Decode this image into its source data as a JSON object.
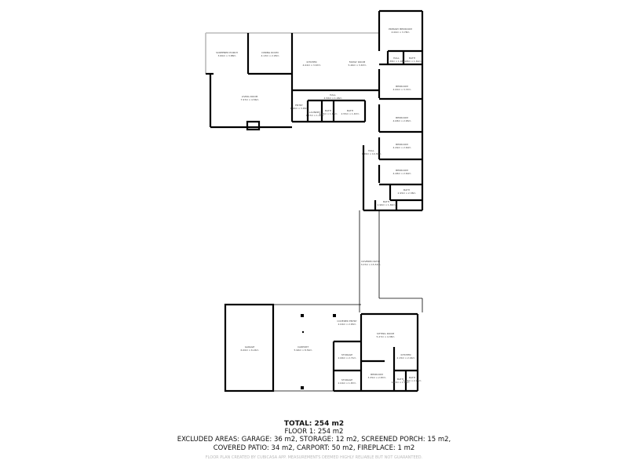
{
  "rooms": {
    "screened_porch": {
      "name": "SCREENED PORCH",
      "dims": "3.60m x 3.88m"
    },
    "dining_room": {
      "name": "DINING ROOM",
      "dims": "4.13m x 2.95m"
    },
    "kitchen": {
      "name": "KITCHEN",
      "dims": "4.02m x 3.67m"
    },
    "family_room": {
      "name": "FAMILY ROOM",
      "dims": "5.46m x 3.67m"
    },
    "primary_bedroom": {
      "name": "PRIMARY BEDROOM",
      "dims": "4.00m x 3.78m"
    },
    "hall_1": {
      "name": "HALL",
      "dims": "1.38m x 1.46m"
    },
    "bath_1": {
      "name": "BATH",
      "dims": "1.68m x 1.61m"
    },
    "bedroom_1": {
      "name": "BEDROOM",
      "dims": "4.00m x 3.37m"
    },
    "living_room": {
      "name": "LIVING ROOM",
      "dims": "7.97m x 4.56m"
    },
    "hall_2": {
      "name": "HALL",
      "dims": "4.56m x 1.96m"
    },
    "entry": {
      "name": "ENTRY",
      "dims": "1.96m x 3.65m"
    },
    "laundry": {
      "name": "LAUNDRY",
      "dims": "1.67m x 1.97m"
    },
    "bath_2": {
      "name": "BATH",
      "dims": "1.15m x 1.66m"
    },
    "bath_3": {
      "name": "BATH",
      "dims": "2.55m x 1.67m"
    },
    "bedroom_2": {
      "name": "BEDROOM",
      "dims": "4.08m x 2.65m"
    },
    "bedroom_3": {
      "name": "BEDROOM",
      "dims": "4.49m x 2.60m"
    },
    "hall_3": {
      "name": "HALL",
      "dims": "1.26m x 10.30m"
    },
    "bedroom_4": {
      "name": "BEDROOM",
      "dims": "4.48m x 2.60m"
    },
    "bath_4": {
      "name": "BATH",
      "dims": "2.95m x 2.38m"
    },
    "bath_5": {
      "name": "BATH",
      "dims": "1.96m x 1.84m"
    },
    "covered_patio": {
      "name": "COVERED PATIO",
      "dims": "3.07m x 15.53m"
    },
    "garage": {
      "name": "GARAGE",
      "dims": "6.00m x 6.24m"
    },
    "carport": {
      "name": "CARPORT",
      "dims": "5.96m x 8.54m"
    },
    "covered_entry": {
      "name": "COVERED ENTRY",
      "dims": "2.04m x 2.65m"
    },
    "storage_1": {
      "name": "STORAGE",
      "dims": "2.06m x 2.71m"
    },
    "storage_2": {
      "name": "STORAGE",
      "dims": "2.04m x 1.87m"
    },
    "sitting_room": {
      "name": "SITTING ROOM",
      "dims": "5.27m x 4.38m"
    },
    "kitchen_2": {
      "name": "KITCHEN",
      "dims": "2.15m x 2.04m"
    },
    "bedroom_5": {
      "name": "BEDROOM",
      "dims": "3.35m x 2.87m"
    },
    "bath_6": {
      "name": "BATH",
      "dims": "1.33m x 1.46m"
    },
    "bath_7": {
      "name": "BATH",
      "dims": "1.25m x 2.05m"
    }
  },
  "summary": {
    "total": "TOTAL: 254 m2",
    "floor": "FLOOR 1: 254 m2",
    "excluded_line1": "EXCLUDED AREAS: GARAGE: 36 m2, STORAGE: 12 m2, SCREENED PORCH: 15 m2,",
    "excluded_line2": "COVERED PATIO: 34 m2, CARPORT: 50 m2, FIREPLACE: 1 m2",
    "disclaimer": "FLOOR PLAN CREATED BY CUBICASA APP. MEASUREMENTS DEEMED HIGHLY RELIABLE BUT NOT GUARANTEED."
  }
}
